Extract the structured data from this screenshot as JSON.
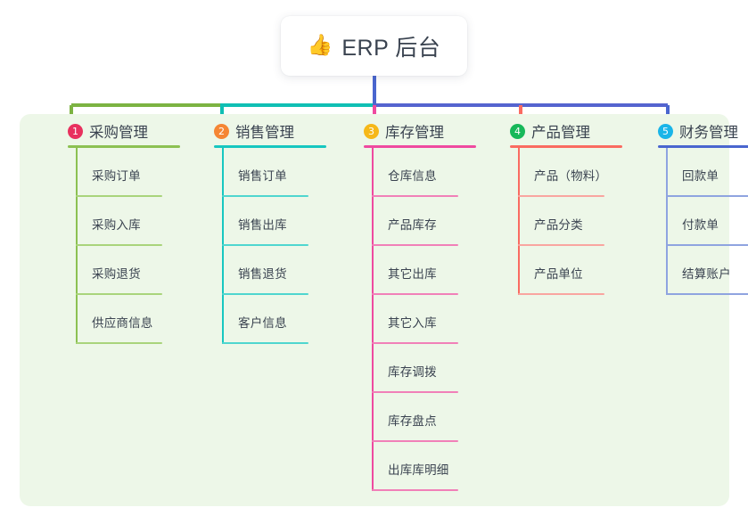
{
  "root": {
    "emoji": "👍",
    "emoji_name": "thumbs-up-icon",
    "title": "ERP 后台"
  },
  "panel": {
    "background": "#edf7e8"
  },
  "columns": [
    {
      "index": "1",
      "title": "采购管理",
      "badge_color": "#e8315e",
      "rule_color": "#8cc152",
      "spine_color": "#8cc152",
      "leaf_rule_color": "#a9d47b",
      "connector_color": "#7cb342",
      "items": [
        {
          "label": "采购订单"
        },
        {
          "label": "采购入库"
        },
        {
          "label": "采购退货"
        },
        {
          "label": "供应商信息"
        }
      ]
    },
    {
      "index": "2",
      "title": "销售管理",
      "badge_color": "#f58634",
      "rule_color": "#17c7c0",
      "spine_color": "#17c7c0",
      "leaf_rule_color": "#4fd6cf",
      "connector_color": "#0fbfb4",
      "items": [
        {
          "label": "销售订单"
        },
        {
          "label": "销售出库"
        },
        {
          "label": "销售退货"
        },
        {
          "label": "客户信息"
        }
      ]
    },
    {
      "index": "3",
      "title": "库存管理",
      "badge_color": "#f6b819",
      "rule_color": "#ef4aa0",
      "spine_color": "#ef4aa0",
      "leaf_rule_color": "#f180b8",
      "connector_color": "#ef4aa0",
      "items": [
        {
          "label": "仓库信息"
        },
        {
          "label": "产品库存"
        },
        {
          "label": "其它出库"
        },
        {
          "label": "其它入库"
        },
        {
          "label": "库存调拨"
        },
        {
          "label": "库存盘点"
        },
        {
          "label": "出库库明细"
        }
      ]
    },
    {
      "index": "4",
      "title": "产品管理",
      "badge_color": "#17b85a",
      "rule_color": "#fa6b61",
      "spine_color": "#fa6b61",
      "leaf_rule_color": "#f9a5a0",
      "connector_color": "#fa6b61",
      "items": [
        {
          "label": "产品（物料）"
        },
        {
          "label": "产品分类"
        },
        {
          "label": "产品单位"
        }
      ]
    },
    {
      "index": "5",
      "title": "财务管理",
      "badge_color": "#1ab5e8",
      "rule_color": "#4a66cf",
      "spine_color": "#8fa4e0",
      "leaf_rule_color": "#8fa4e0",
      "connector_color": "#4a66cf",
      "items": [
        {
          "label": "回款单"
        },
        {
          "label": "付款单"
        },
        {
          "label": "结算账户"
        }
      ]
    }
  ],
  "connector": {
    "trunk_color": "#4a66cf",
    "bar_left_color": "#7cb342",
    "bar_mid_color": "#0fbfb4",
    "bar_right_color": "#5564cf"
  }
}
